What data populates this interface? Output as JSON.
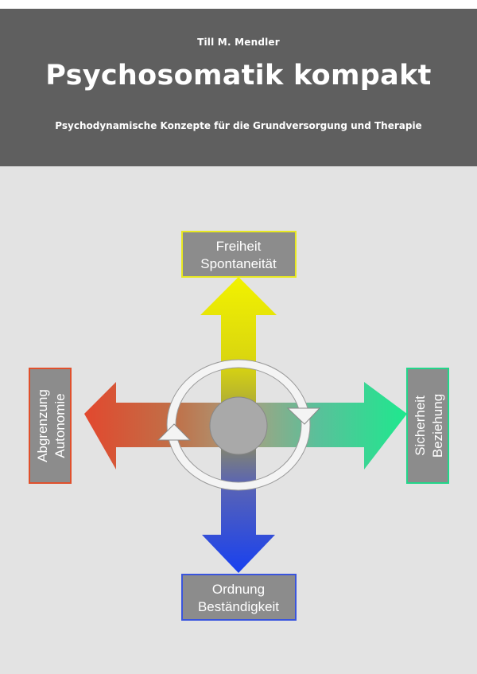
{
  "author": "Till M. Mendler",
  "title": "Psychosomatik kompakt",
  "subtitle": "Psychodynamische Konzepte für die Grundversorgung und Therapie",
  "diagram": {
    "top": {
      "line1": "Freiheit",
      "line2": "Spontaneität",
      "color": "#f0f000"
    },
    "bottom": {
      "line1": "Ordnung",
      "line2": "Beständigkeit",
      "color": "#2244ee"
    },
    "left": {
      "line1": "Abgrenzung",
      "line2": "Autonomie",
      "color": "#e05030"
    },
    "right": {
      "line1": "Sicherheit",
      "line2": "Beziehung",
      "color": "#22e690"
    }
  }
}
